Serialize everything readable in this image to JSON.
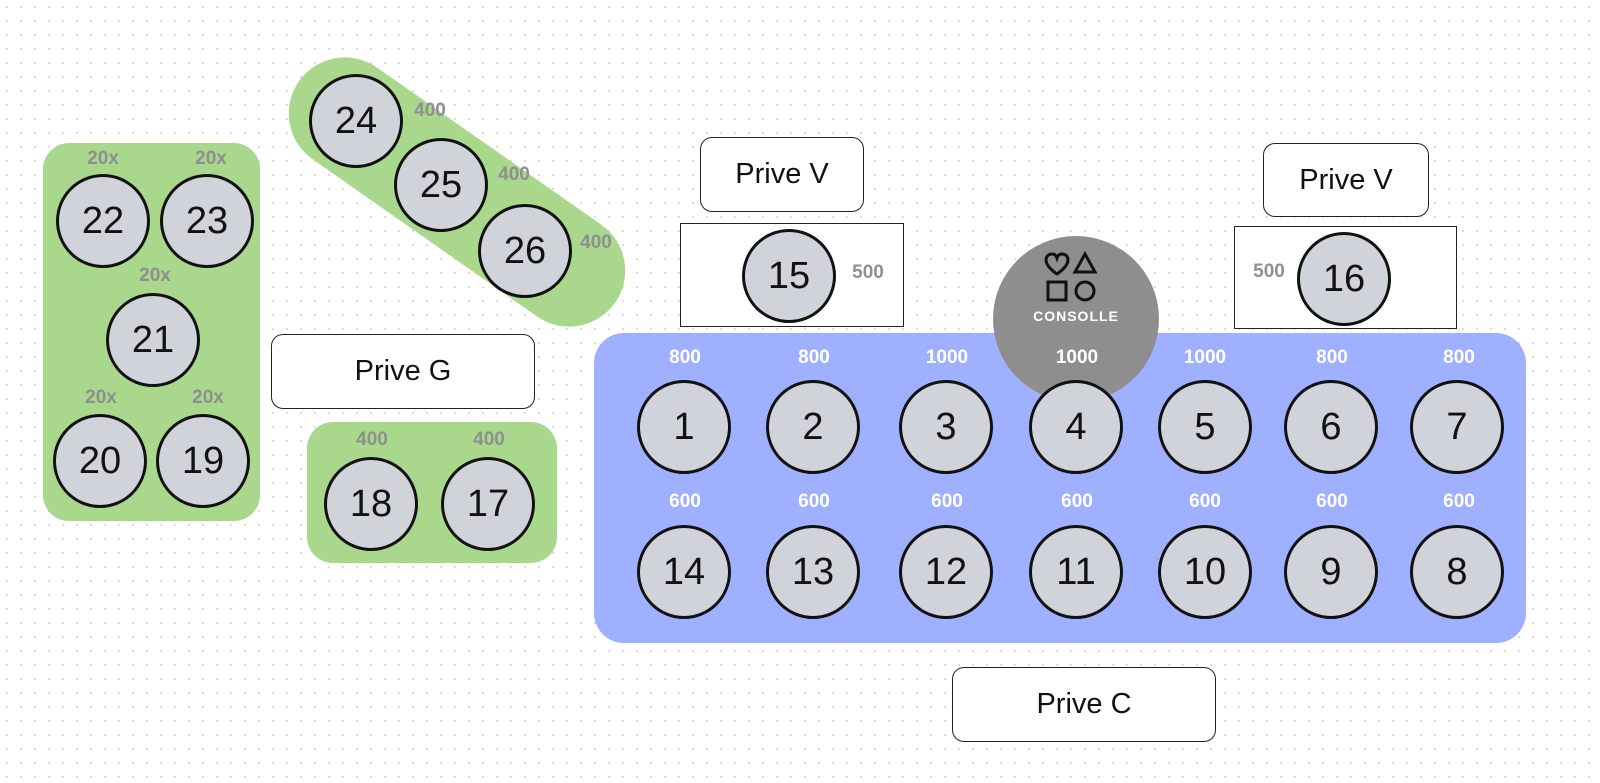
{
  "labels": {
    "prive_v_left": "Prive V",
    "prive_v_right": "Prive V",
    "prive_g": "Prive G",
    "prive_c": "Prive C"
  },
  "console": {
    "label": "CONSOLLE",
    "icon": "shapes-icon",
    "color": "#8e8e8e"
  },
  "colors": {
    "green_zone": "#a9d88c",
    "blue_zone": "#9eb0ff",
    "table_fill": "#d0d3d9"
  },
  "tables": {
    "t1": {
      "number": "1",
      "price": "800"
    },
    "t2": {
      "number": "2",
      "price": "800"
    },
    "t3": {
      "number": "3",
      "price": "1000"
    },
    "t4": {
      "number": "4",
      "price": "1000"
    },
    "t5": {
      "number": "5",
      "price": "1000"
    },
    "t6": {
      "number": "6",
      "price": "800"
    },
    "t7": {
      "number": "7",
      "price": "800"
    },
    "t8": {
      "number": "8",
      "price": "600"
    },
    "t9": {
      "number": "9",
      "price": "600"
    },
    "t10": {
      "number": "10",
      "price": "600"
    },
    "t11": {
      "number": "11",
      "price": "600"
    },
    "t12": {
      "number": "12",
      "price": "600"
    },
    "t13": {
      "number": "13",
      "price": "600"
    },
    "t14": {
      "number": "14",
      "price": "600"
    },
    "t15": {
      "number": "15",
      "price": "500"
    },
    "t16": {
      "number": "16",
      "price": "500"
    },
    "t17": {
      "number": "17",
      "price": "400"
    },
    "t18": {
      "number": "18",
      "price": "400"
    },
    "t19": {
      "number": "19",
      "price": "20x"
    },
    "t20": {
      "number": "20",
      "price": "20x"
    },
    "t21": {
      "number": "21",
      "price": "20x"
    },
    "t22": {
      "number": "22",
      "price": "20x"
    },
    "t23": {
      "number": "23",
      "price": "20x"
    },
    "t24": {
      "number": "24",
      "price": "400"
    },
    "t25": {
      "number": "25",
      "price": "400"
    },
    "t26": {
      "number": "26",
      "price": "400"
    }
  }
}
